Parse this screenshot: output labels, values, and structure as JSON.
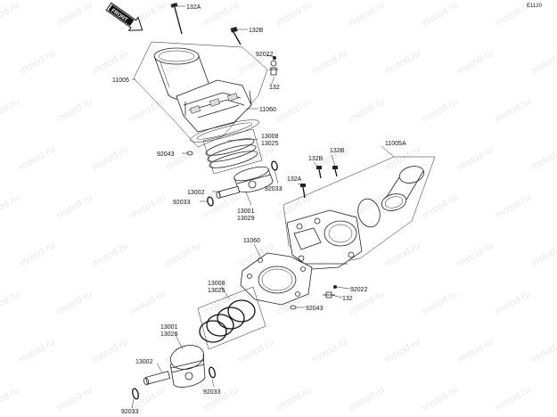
{
  "diagram_code": "E1120",
  "front_badge": "FRONT",
  "watermark": "motod.ru",
  "labels": {
    "bolt_132a_top": "132A",
    "bolt_132b_top": "132B",
    "nut_92022_top": "92022",
    "stud_132_top": "132",
    "cylinder_11005": "11005",
    "gasket_11060_top": "11060",
    "ring_set_13008_top": "13008",
    "ring_set_13025_top": "13025",
    "clip_92043_top": "92043",
    "snap_92033_top_right": "92033",
    "pin_13002_top": "13002",
    "snap_92033_top_left": "92033",
    "piston_13001_top": "13001",
    "piston_13029_top": "13029",
    "cylinder_11005a": "11005A",
    "bolt_132b_mid_right": "132B",
    "bolt_132b_mid": "132B",
    "bolt_132a_mid": "132A",
    "gasket_11060_mid": "11060",
    "nut_92022_mid": "92022",
    "stud_132_mid": "132",
    "clip_92043_mid": "92043",
    "ring_set_13008_bottom": "13008",
    "ring_set_13025_bottom": "13025",
    "piston_13001_bottom": "13001",
    "piston_13029_bottom": "13029",
    "pin_13002_bottom": "13002",
    "snap_92033_bottom_right": "92033",
    "snap_92033_bottom_left": "92033"
  }
}
